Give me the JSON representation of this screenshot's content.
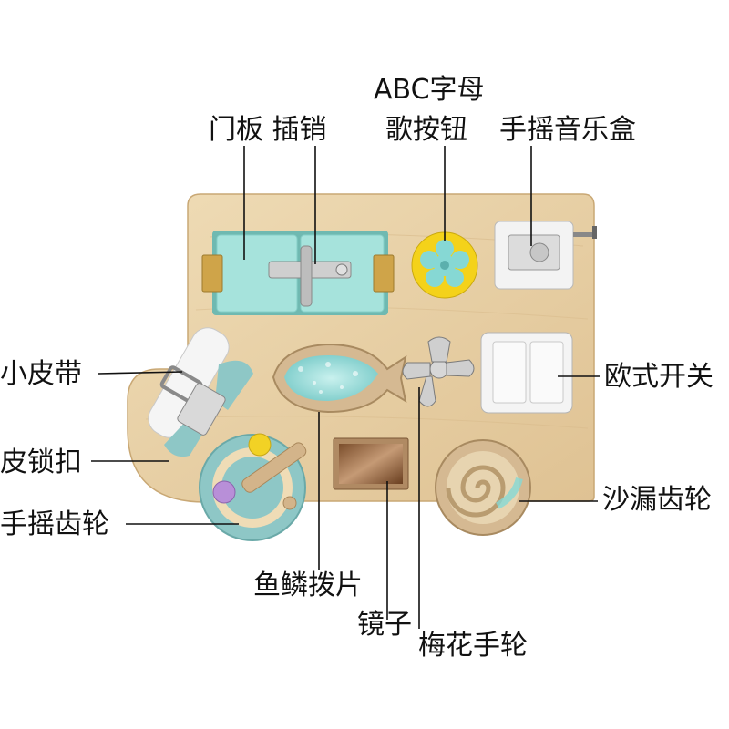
{
  "labels": {
    "door_latch": "门板 插销",
    "abc_line1": "ABC字母",
    "abc_line2": "歌按钮",
    "music_box": "手摇音乐盒",
    "strap": "小皮带",
    "euro_switch": "欧式开关",
    "leather_buckle": "皮锁扣",
    "crank_gear": "手摇齿轮",
    "sand_gear": "沙漏齿轮",
    "sequin": "鱼鳞拨片",
    "mirror": "镜子",
    "plum_wheel": "梅花手轮"
  },
  "colors": {
    "wood": "#e9d2a8",
    "mint": "#9ee0d8",
    "yellow": "#f4d21a",
    "teal": "#8ec7c6",
    "switch": "#eeeeee"
  }
}
